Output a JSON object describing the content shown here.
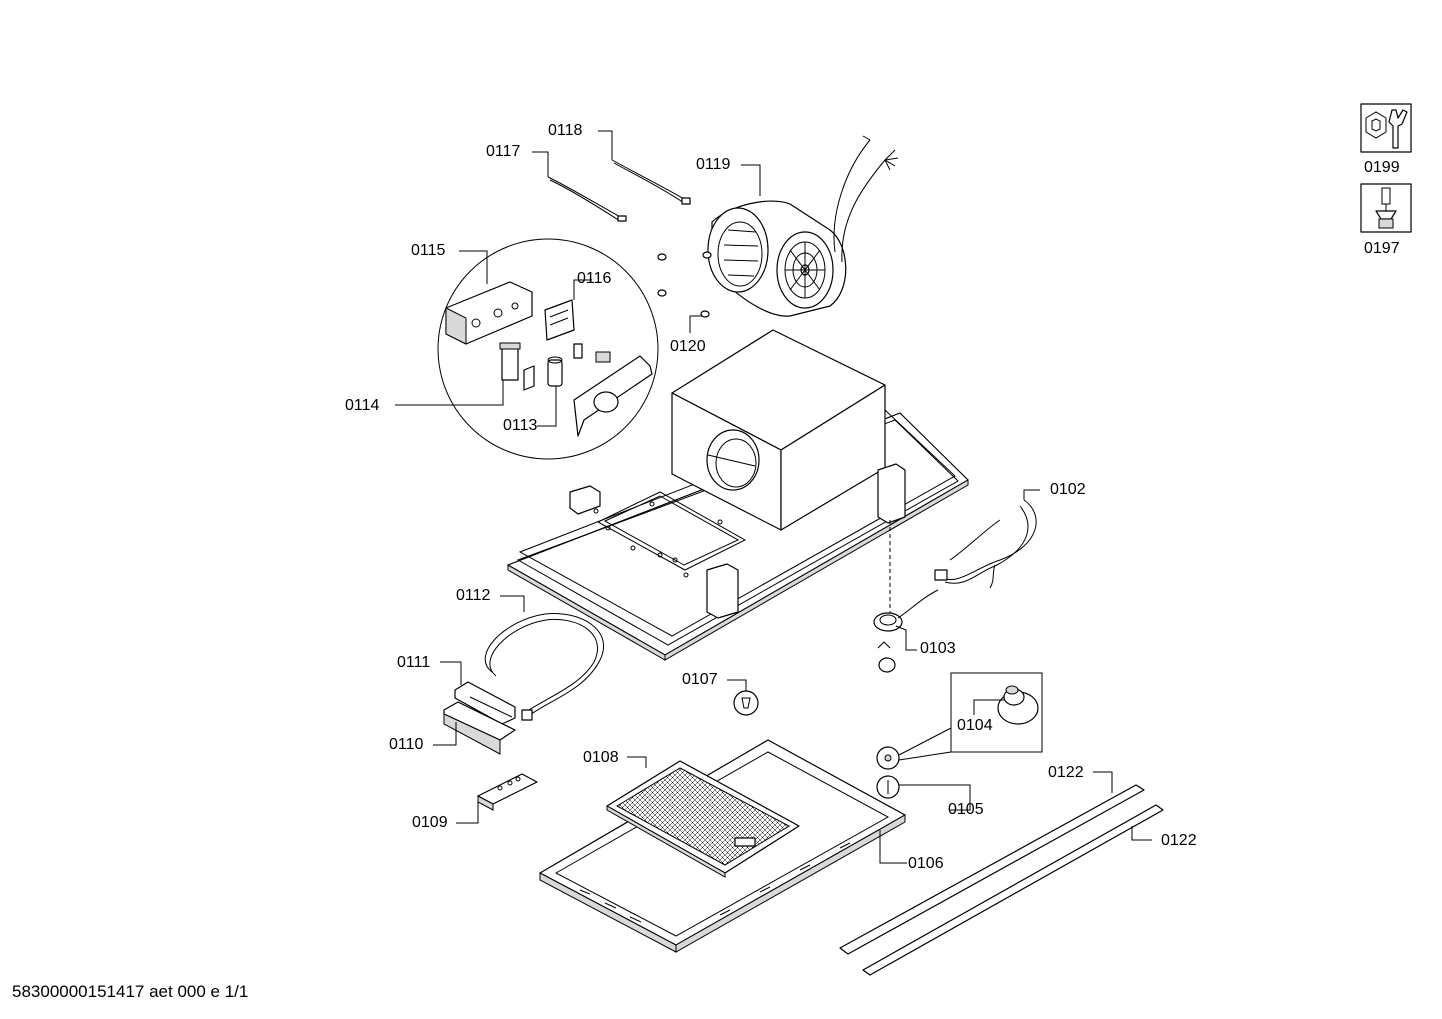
{
  "diagram": {
    "part_labels": {
      "p0102": "0102",
      "p0103": "0103",
      "p0104": "0104",
      "p0105": "0105",
      "p0106": "0106",
      "p0107": "0107",
      "p0108": "0108",
      "p0109": "0109",
      "p0110": "0110",
      "p0111": "0111",
      "p0112": "0112",
      "p0113": "0113",
      "p0114": "0114",
      "p0115": "0115",
      "p0116": "0116",
      "p0117": "0117",
      "p0118": "0118",
      "p0119": "0119",
      "p0120": "0120",
      "p0122a": "0122",
      "p0122b": "0122"
    },
    "tool_icons": [
      {
        "icon": "hex-wrench-icon",
        "label": "0199"
      },
      {
        "icon": "screwdriver-icon",
        "label": "0197"
      }
    ],
    "footer": "58300000151417 aet 000 e 1/1"
  }
}
